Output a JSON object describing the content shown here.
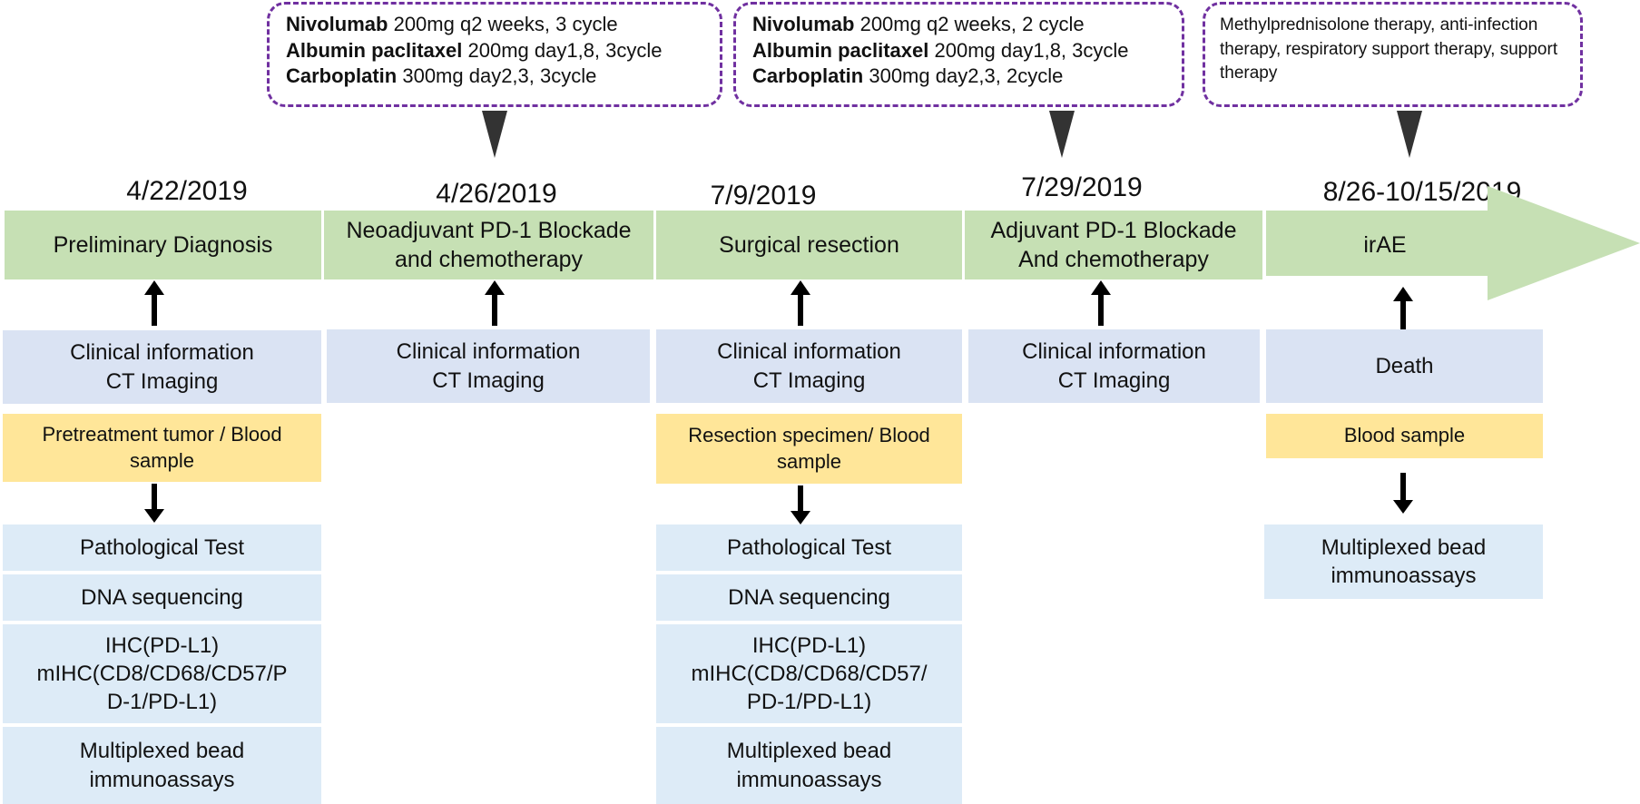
{
  "callouts": [
    {
      "lines": [
        {
          "drug": "Nivolumab",
          "dose": " 200mg q2 weeks, 3 cycle"
        },
        {
          "drug": "Albumin paclitaxel",
          "dose": " 200mg day1,8, 3cycle"
        },
        {
          "drug": "Carboplatin",
          "dose": " 300mg day2,3, 3cycle"
        }
      ]
    },
    {
      "lines": [
        {
          "drug": "Nivolumab",
          "dose": " 200mg q2 weeks, 2 cycle"
        },
        {
          "drug": "Albumin paclitaxel",
          "dose": " 200mg day1,8, 3cycle"
        },
        {
          "drug": "Carboplatin",
          "dose": " 300mg day2,3, 2cycle"
        }
      ]
    },
    {
      "text": "Methylprednisolone therapy,  anti-infection therapy,  respiratory support therapy, support therapy"
    }
  ],
  "stages": [
    {
      "date": "4/22/2019",
      "label": "Preliminary Diagnosis",
      "info": "Clinical information\nCT Imaging",
      "sample": "Pretreatment tumor / Blood\nsample",
      "tests": [
        "Pathological Test",
        "DNA sequencing",
        "IHC(PD-L1)\nmIHC(CD8/CD68/CD57/P\nD-1/PD-L1)",
        "Multiplexed bead\nimmunoassays"
      ]
    },
    {
      "date": "4/26/2019",
      "label": "Neoadjuvant PD-1 Blockade\nand chemotherapy",
      "info": "Clinical information\nCT Imaging"
    },
    {
      "date": "7/9/2019",
      "label": "Surgical resection",
      "info": "Clinical information\nCT Imaging",
      "sample": "Resection specimen/ Blood\nsample",
      "tests": [
        "Pathological Test",
        "DNA sequencing",
        "IHC(PD-L1)\nmIHC(CD8/CD68/CD57/\nPD-1/PD-L1)",
        "Multiplexed bead\nimmunoassays"
      ]
    },
    {
      "date": "7/29/2019",
      "label": "Adjuvant PD-1 Blockade\nAnd chemotherapy",
      "info": "Clinical information\nCT Imaging"
    },
    {
      "date": "8/26-10/15/2019",
      "label": "irAE",
      "info": "Death",
      "sample": "Blood sample",
      "tests": [
        "Multiplexed bead\nimmunoassays"
      ]
    }
  ],
  "colors": {
    "stage_green": "#c6e0b4",
    "info_blue": "#dae3f3",
    "sample_yellow": "#ffe699",
    "test_blue": "#ddebf7",
    "callout_border": "#7030a0"
  }
}
